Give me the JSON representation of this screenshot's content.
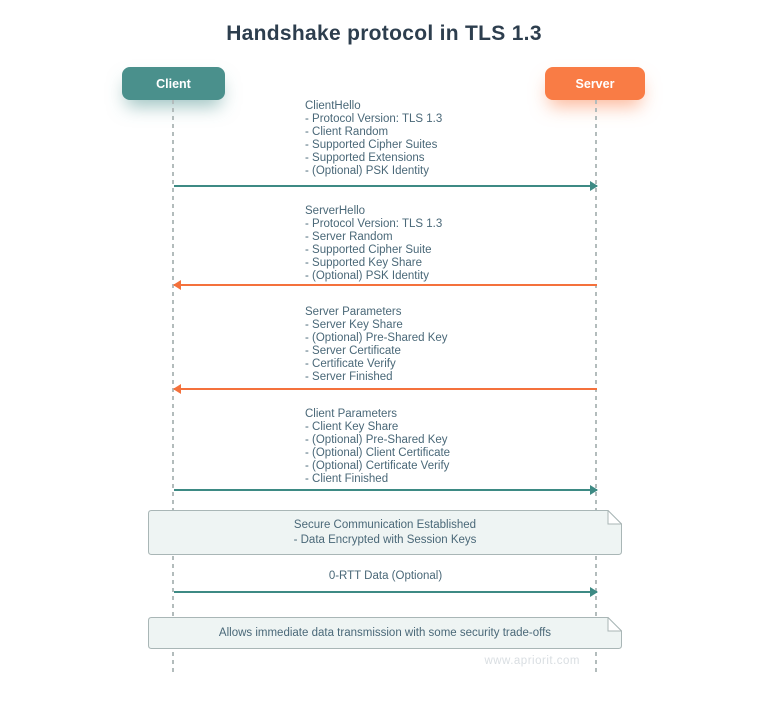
{
  "title": "Handshake protocol in TLS 1.3",
  "actors": {
    "client": {
      "label": "Client"
    },
    "server": {
      "label": "Server"
    }
  },
  "colors": {
    "teal": "#3d8a84",
    "orange": "#f4713c",
    "client_box": "#4a908c",
    "server_box": "#f97c45",
    "text": "#4a6878",
    "title": "#2d3e4e",
    "note_bg": "#eef4f3",
    "note_border": "#a9b6b6",
    "lifeline": "#b3bcbc",
    "watermark": "#d9dee2"
  },
  "messages": [
    {
      "title": "ClientHello",
      "direction": "client-to-server",
      "items": [
        "- Protocol Version: TLS 1.3",
        "- Client Random",
        "- Supported Cipher Suites",
        "- Supported Extensions",
        "- (Optional) PSK Identity"
      ]
    },
    {
      "title": "ServerHello",
      "direction": "server-to-client",
      "items": [
        "- Protocol Version: TLS 1.3",
        "- Server Random",
        "- Supported Cipher Suite",
        "- Supported Key Share",
        "- (Optional) PSK Identity"
      ]
    },
    {
      "title": "Server Parameters",
      "direction": "server-to-client",
      "items": [
        "- Server Key Share",
        "- (Optional) Pre-Shared Key",
        "- Server Certificate",
        "- Certificate Verify",
        "- Server Finished"
      ]
    },
    {
      "title": "Client Parameters",
      "direction": "client-to-server",
      "items": [
        "- Client Key Share",
        "- (Optional) Pre-Shared Key",
        "- (Optional) Client Certificate",
        "- (Optional) Certificate Verify",
        "- Client Finished"
      ]
    }
  ],
  "notes": [
    {
      "lines": [
        "Secure Communication Established",
        "- Data Encrypted with Session Keys"
      ]
    },
    {
      "lines": [
        "Allows immediate data transmission with some security trade-offs"
      ]
    }
  ],
  "zero_rtt": {
    "label": "0-RTT Data (Optional)",
    "direction": "client-to-server"
  },
  "watermark": "www.apriorit.com"
}
